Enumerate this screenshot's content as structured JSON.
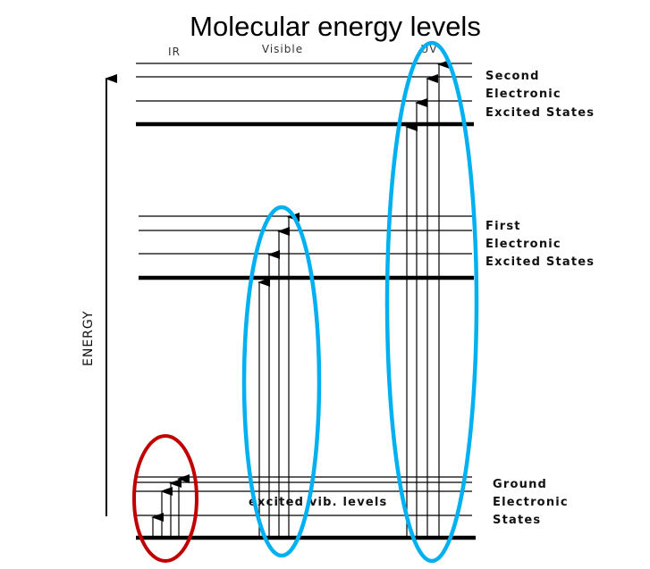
{
  "title": "Molecular energy levels",
  "bands": {
    "ir": "IR",
    "visible": "Visible",
    "uv": "UV"
  },
  "axis_label": "ENERGY",
  "states": {
    "second": [
      "Second",
      "Electronic",
      "Excited States"
    ],
    "first": [
      "First",
      "Electronic",
      "Excited States"
    ],
    "ground": [
      "Ground",
      "Electronic",
      "States"
    ]
  },
  "annotation": "excited vib. levels",
  "colors": {
    "ir_ellipse": "#c00000",
    "highlight_ellipse": "#00b0f0",
    "lines": "#000000"
  }
}
